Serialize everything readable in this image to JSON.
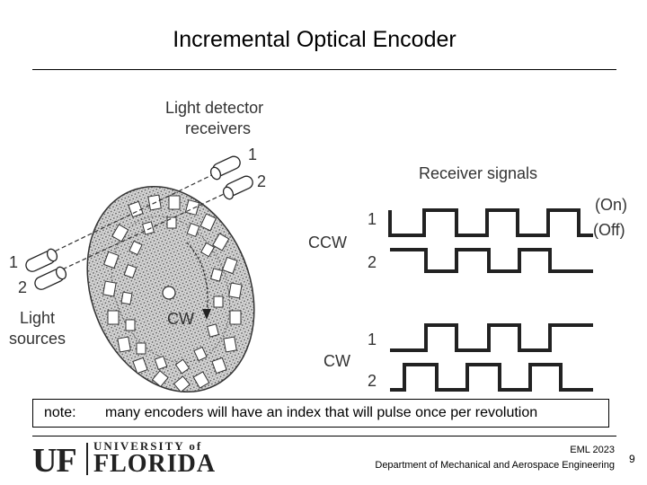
{
  "slide": {
    "title": "Incremental Optical Encoder",
    "page_number": "9"
  },
  "diagram": {
    "detector_label_line1": "Light detector",
    "detector_label_line2": "receivers",
    "detector_1": "1",
    "detector_2": "2",
    "source_1": "1",
    "source_2": "2",
    "sources_label_line1": "Light",
    "sources_label_line2": "sources",
    "rotation_label": "CW",
    "signals_title": "Receiver signals",
    "on_label": "(On)",
    "off_label": "(Off)",
    "ccw_label": "CCW",
    "cw_label": "CW",
    "ccw_channel_1": "1",
    "ccw_channel_2": "2",
    "cw_channel_1": "1",
    "cw_channel_2": "2"
  },
  "note": {
    "label": "note:",
    "text": "many encoders will have an index that will pulse once per revolution"
  },
  "logo": {
    "uf": "UF",
    "university_of": "UNIVERSITY of",
    "florida": "FLORIDA"
  },
  "footer": {
    "course": "EML 2023",
    "department": "Department of Mechanical and Aerospace Engineering"
  }
}
